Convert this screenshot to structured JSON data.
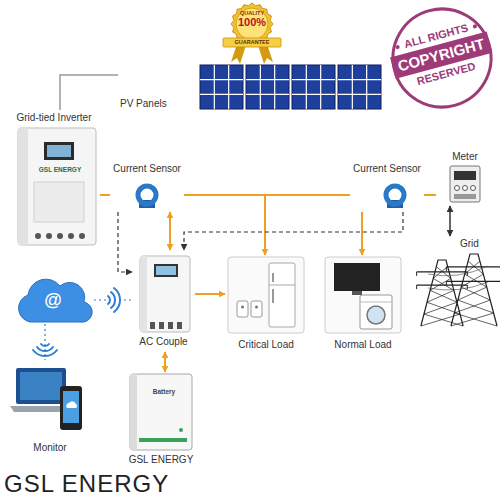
{
  "diagram": {
    "nodes": [
      {
        "text": [
          "PV Panels"
        ]
      },
      {
        "text": [
          "Grid-tied Inverter",
          "GSL ENERGY"
        ]
      },
      {
        "text": [
          "Current Sensor"
        ]
      },
      {
        "text": [
          "Current Sensor"
        ]
      },
      {
        "text": [
          "Meter"
        ]
      },
      {
        "text": [
          "Grid"
        ]
      },
      {
        "text": [
          "AC Couple"
        ]
      },
      {
        "text": [
          "Critical Load"
        ]
      },
      {
        "text": [
          "Normal Load"
        ]
      },
      {
        "text": [
          "Battery",
          "GSL ENERGY"
        ]
      },
      {
        "text": [
          "@"
        ]
      },
      {
        "text": [
          "Monitor"
        ]
      }
    ],
    "edges": [
      {
        "from": 0,
        "to": 1,
        "arrow": "none"
      },
      {
        "from": 1,
        "to": 2,
        "arrow": "none"
      },
      {
        "from": 2,
        "to": 3,
        "arrow": "none"
      },
      {
        "from": 2,
        "to": 6,
        "arrow": "both"
      },
      {
        "from": 2,
        "to": 7,
        "arrow": "to"
      },
      {
        "from": 3,
        "to": 8,
        "arrow": "to"
      },
      {
        "from": 2,
        "to": 6,
        "arrow": "to"
      },
      {
        "from": 3,
        "to": 6,
        "arrow": "to"
      },
      {
        "from": 3,
        "to": 4,
        "arrow": "none"
      },
      {
        "from": 4,
        "to": 5,
        "arrow": "both"
      },
      {
        "from": 6,
        "to": 7,
        "arrow": "to"
      },
      {
        "from": 6,
        "to": 9,
        "arrow": "both"
      },
      {
        "from": 10,
        "to": 6,
        "arrow": "none"
      },
      {
        "from": 10,
        "to": 11,
        "arrow": "none"
      }
    ],
    "labels": [
      "QUALITY",
      "100%",
      "GUARANTEE",
      "ALL RIGHTS",
      "COPYRIGHT",
      "RESERVED",
      "GSL ENERGY"
    ]
  }
}
